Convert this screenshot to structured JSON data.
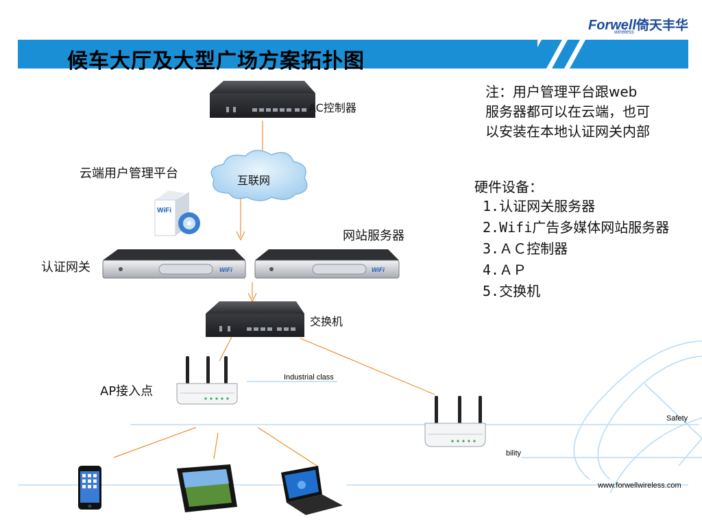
{
  "header": {
    "title": "候车大厅及大型广场方案拓扑图",
    "logo_latin": "Forwell",
    "logo_cn": "倚天丰华",
    "logo_sub": "wireless"
  },
  "nodes": {
    "ac": "AC控制器",
    "internet": "互联网",
    "cloud_mgmt": "云端用户管理平台",
    "web_server": "网站服务器",
    "auth_gateway": "认证网关",
    "switch": "交换机",
    "ap": "AP接入点"
  },
  "note": "注：用户管理平台跟web服务器都可以在云端，也可以安装在本地认证网关内部",
  "hardware": {
    "title": "硬件设备：",
    "items": [
      "1.认证网关服务器",
      "2.Wifi广告多媒体网站服务器",
      "3.ＡＣ控制器",
      "4.ＡＰ",
      "5.交换机"
    ]
  },
  "decor": {
    "industrial": "Industrial class",
    "safety": "Safety",
    "bility": "bility",
    "url": "www.forwellwireless.com",
    "wifi_box": "WiFi"
  },
  "colors": {
    "banner_blue": "#1b8fd6",
    "connector_orange": "#f08c2a",
    "light_blue": "#8fc4ea"
  }
}
